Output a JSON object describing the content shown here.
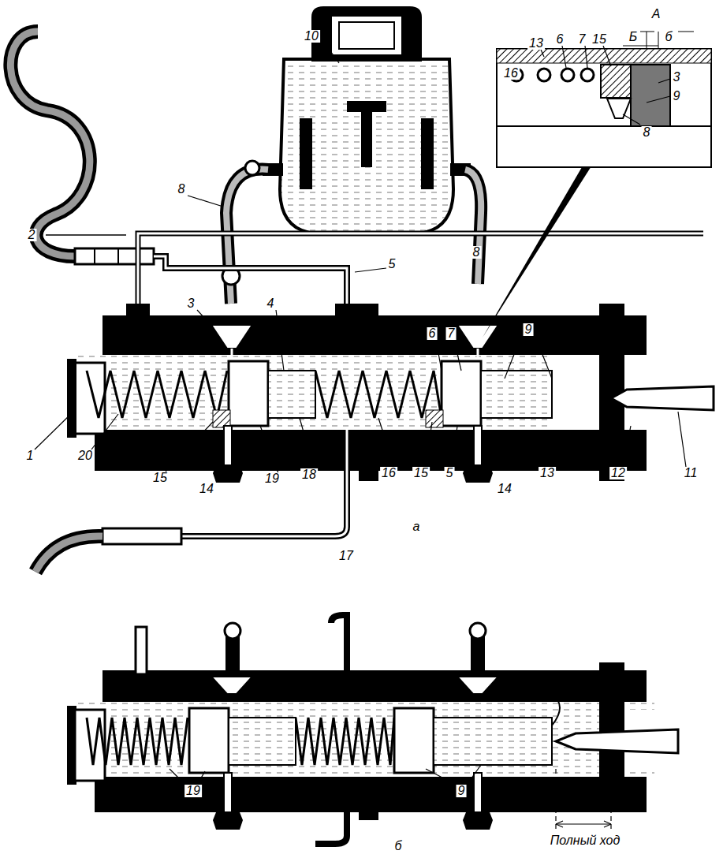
{
  "diagram": {
    "labels": [
      "А",
      "Б",
      "б",
      "10",
      "13",
      "6",
      "7",
      "15",
      "16",
      "3",
      "9",
      "8",
      "8",
      "2",
      "8",
      "5",
      "3",
      "4",
      "6",
      "7",
      "9",
      "1",
      "20",
      "15",
      "14",
      "19",
      "18",
      "16",
      "15",
      "5",
      "14",
      "13",
      "12",
      "11",
      "а",
      "17",
      "19",
      "9",
      "Полный ход",
      "б"
    ]
  }
}
